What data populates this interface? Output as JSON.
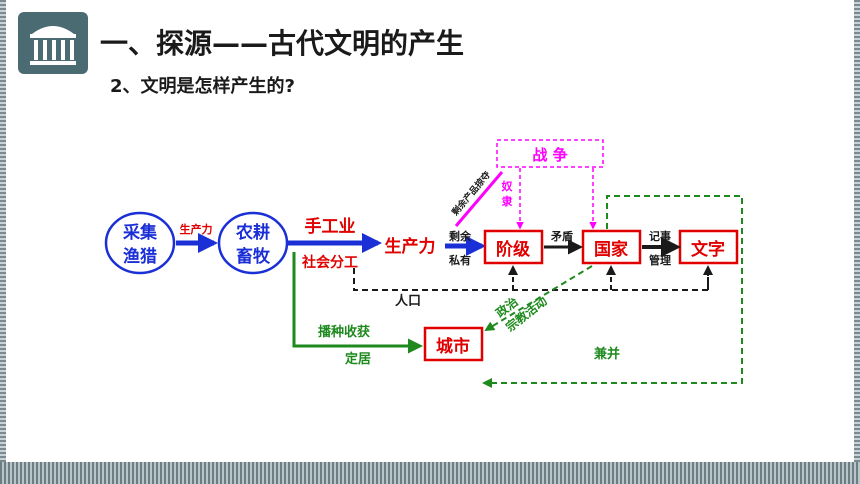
{
  "header": {
    "title": "一、探源——古代文明的产生",
    "subtitle": "2、文明是怎样产生的?",
    "logo_icon": "classical-building-icon"
  },
  "diagram": {
    "nodes": {
      "gather_hunt": [
        "采集",
        "渔猎"
      ],
      "farm_herd": [
        "农耕",
        "畜牧"
      ],
      "handicraft": "手工业",
      "social_division": "社会分工",
      "productivity": "生产力",
      "class": "阶级",
      "state": "国家",
      "writing": "文字",
      "war": "战  争",
      "city": "城市"
    },
    "labels": {
      "productivity_small": "生产力",
      "surplus_top": "剩余",
      "private_bottom": "私有",
      "surplus_plunder": "剩余产品掠夺",
      "slaves": "奴隶",
      "contradiction": "矛盾",
      "record_keeping": "记事",
      "management": "管理",
      "population": "人口",
      "politics": "政治",
      "religion": "宗教活动",
      "sow_harvest": "播种收获",
      "settle": "定居",
      "annex": "兼并"
    },
    "colors": {
      "blue": "#1b2fd6",
      "red": "#e10000",
      "magenta": "#ff00ff",
      "green": "#1e8a1e",
      "dark": "#1a1a1a"
    }
  }
}
